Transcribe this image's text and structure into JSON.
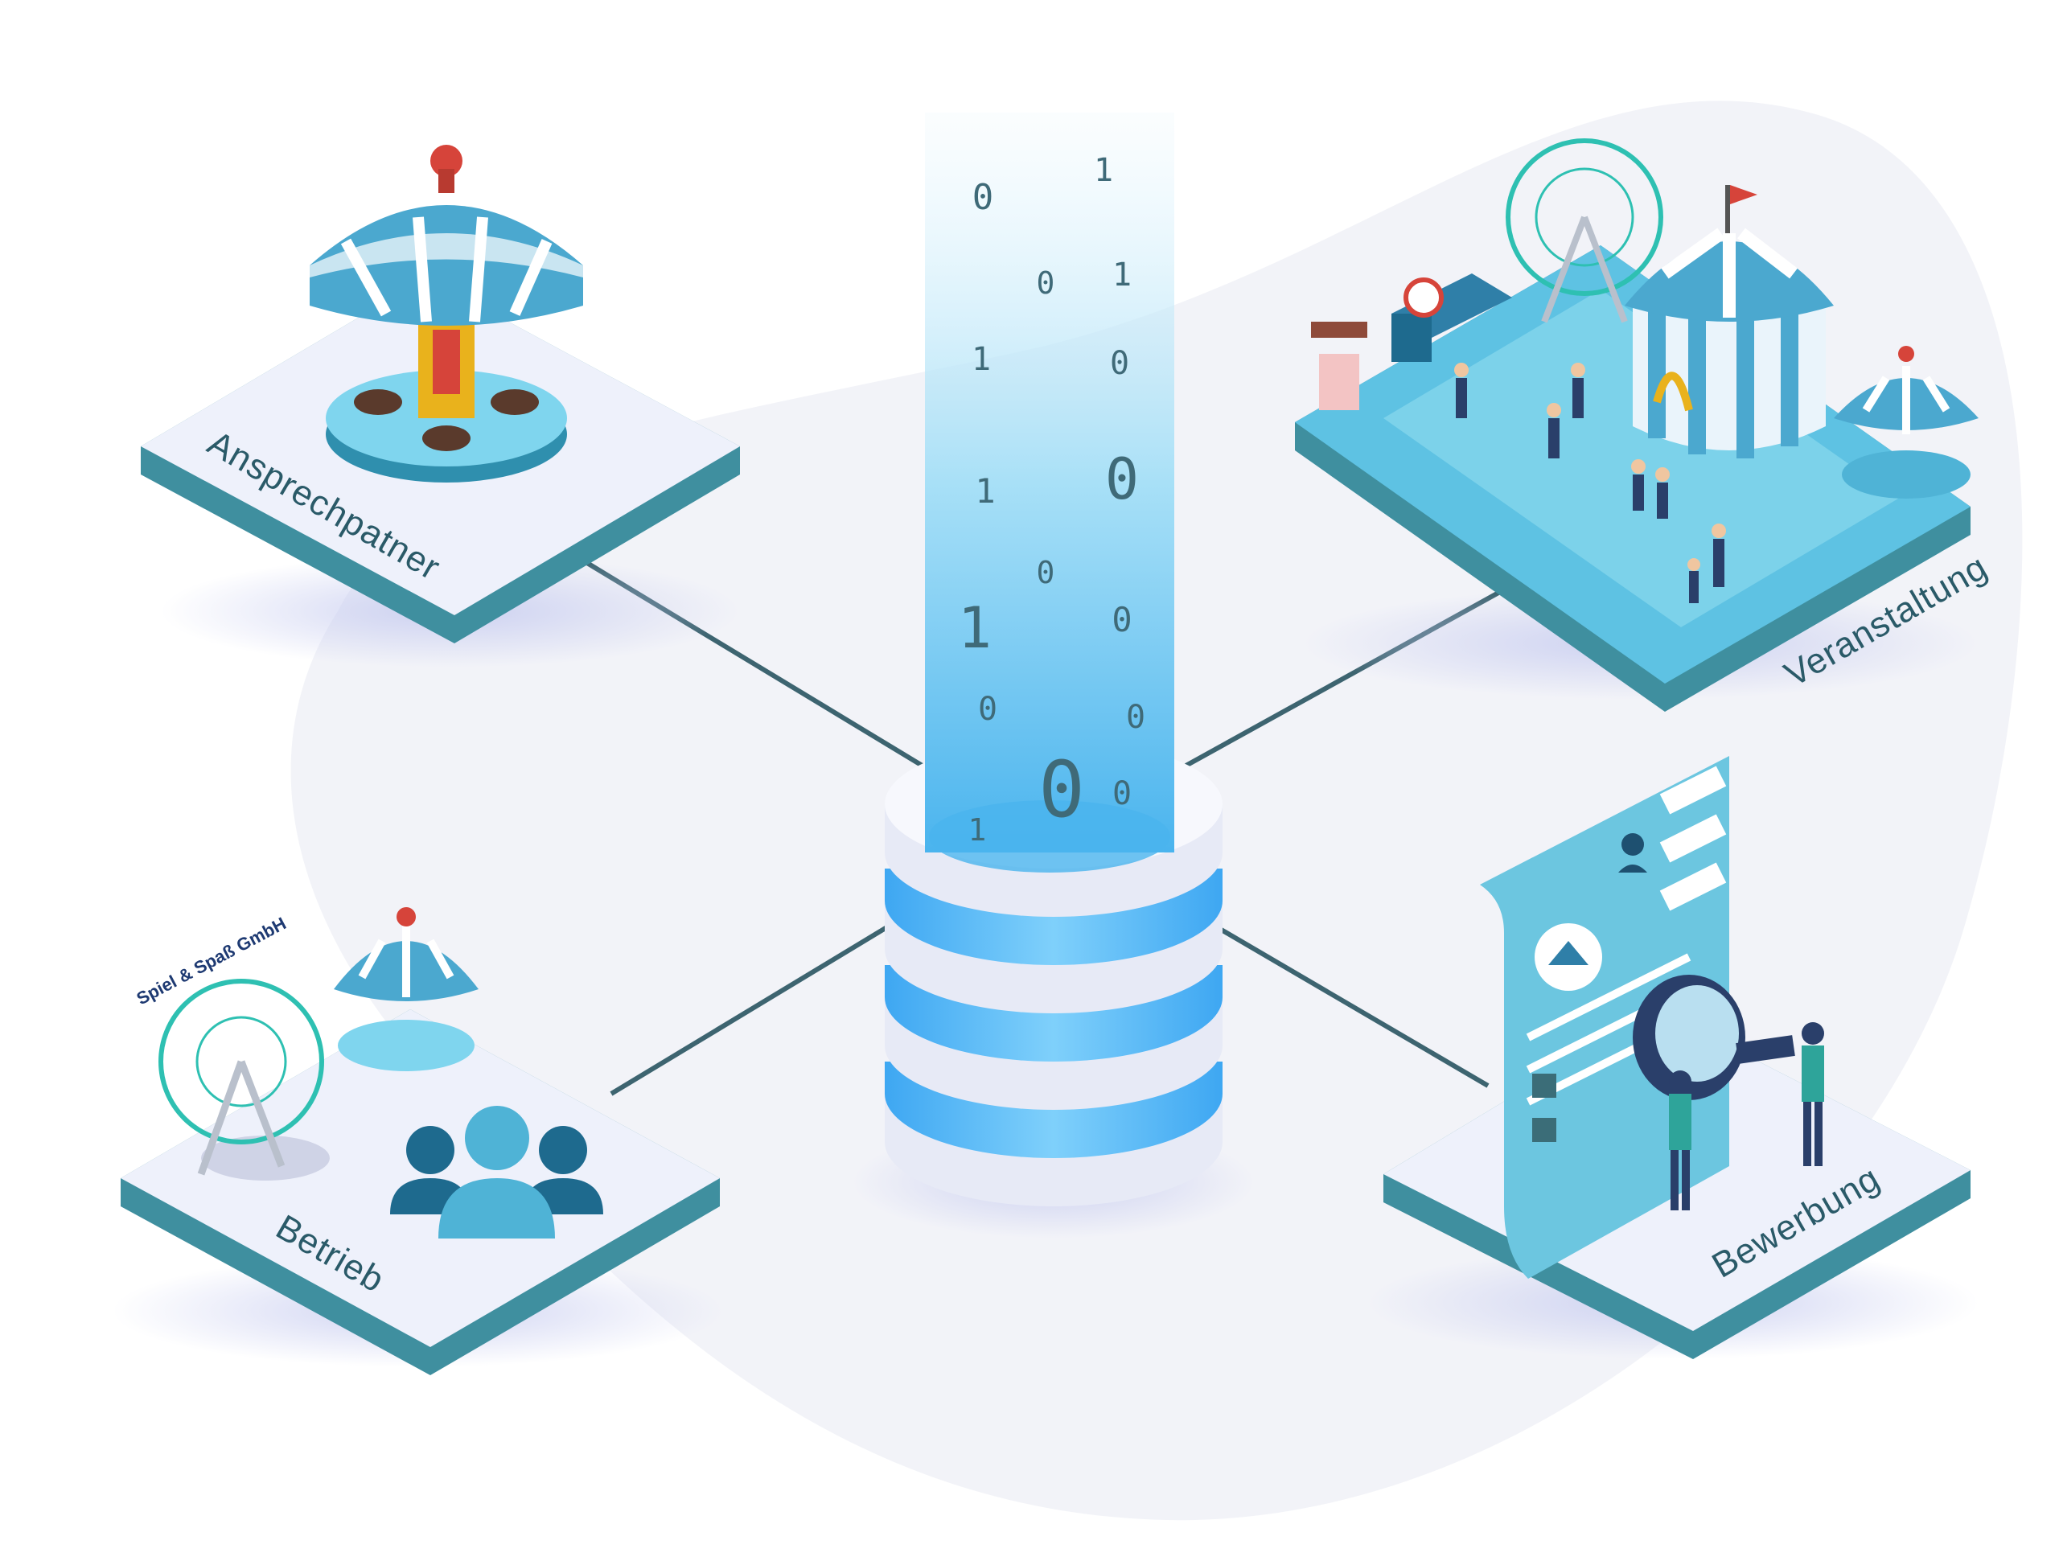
{
  "nodes": {
    "ansprechpartner": {
      "label": "Ansprechpatner"
    },
    "veranstaltung": {
      "label": "Veranstaltung"
    },
    "betrieb": {
      "label": "Betrieb",
      "company": "Spiel & Spaß GmbH"
    },
    "bewerbung": {
      "label": "Bewerbung"
    }
  },
  "binary": [
    "0",
    "1",
    "0",
    "1",
    "1",
    "0",
    "1",
    "0",
    "0",
    "0",
    "1",
    "0",
    "0",
    "1",
    "0",
    "0"
  ],
  "colors": {
    "platform_top": "#eef1fb",
    "platform_side": "#3f8f9f",
    "accent": "#4fc0e0",
    "connector": "#3d6470",
    "blob": "#f2f3f8"
  }
}
